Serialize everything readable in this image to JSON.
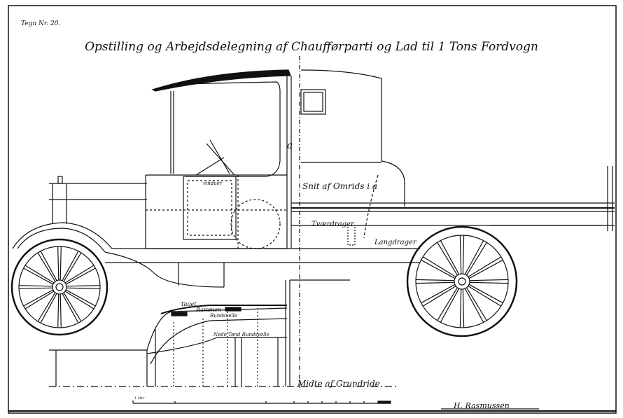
{
  "drawing_number": "Tegn Nr. 20.",
  "title": "Opstilling og Arbejdsdelegning af Chaufførparti og Lad til 1 Tons Fordvogn",
  "labels": {
    "section_mark": "a",
    "section_cut": "Snit af Omrids i a",
    "window": "vinduer",
    "crossbeam": "Tværdrager",
    "longbeam": "Langdrager",
    "roof": "Taget",
    "roof_frame": "Rammen",
    "roof_sill": "Rundsvelle",
    "lower_sill": "Nede Tønd Rundsvelle",
    "centerline": "Midte af Grundride"
  },
  "scale_label": "1 Mtr",
  "signature": "H. Rasmussen",
  "colors": {
    "ink": "#111111",
    "paper": "#ffffff"
  }
}
